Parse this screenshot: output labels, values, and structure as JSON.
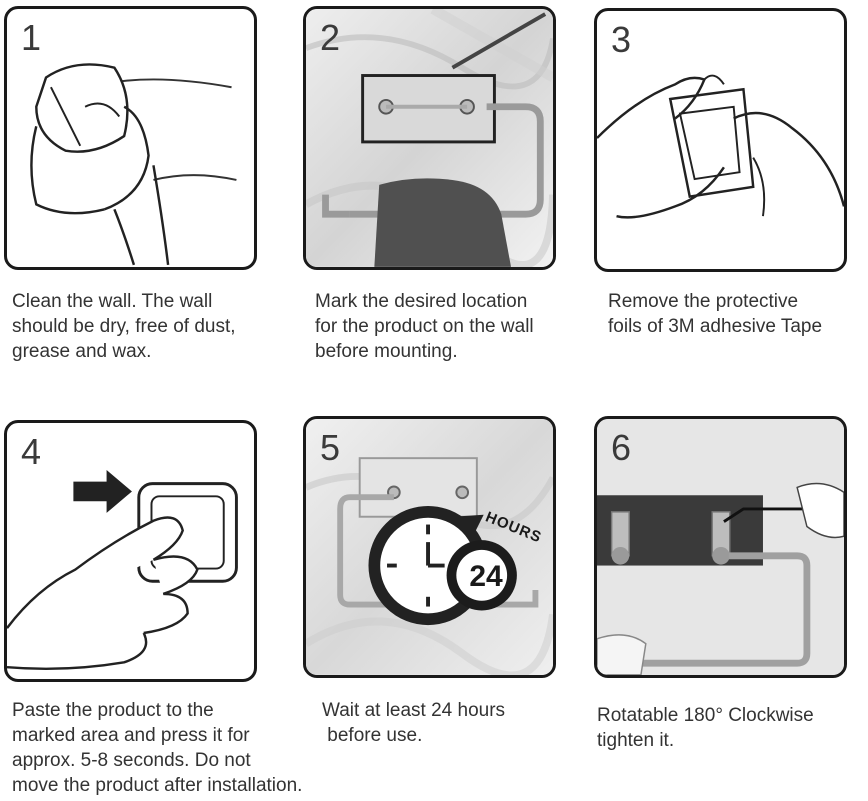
{
  "steps": [
    {
      "number": "1",
      "caption_lines": [
        "Clean the wall. The wall",
        "should be dry, free of dust,",
        "grease and wax."
      ]
    },
    {
      "number": "2",
      "caption_lines": [
        "Mark the desired location",
        "for the product on the wall",
        "before mounting."
      ]
    },
    {
      "number": "3",
      "caption_lines": [
        "Remove the protective",
        "foils of 3M adhesive Tape"
      ]
    },
    {
      "number": "4",
      "caption_lines": [
        "Paste the product to the",
        "marked area and press it for",
        "approx. 5-8 seconds. Do not",
        "move the product after installation."
      ]
    },
    {
      "number": "5",
      "caption_lines": [
        "Wait at least 24 hours",
        " before use."
      ],
      "timer_value": "24",
      "timer_unit": "HOURS"
    },
    {
      "number": "6",
      "caption_lines": [
        "Rotatable 180° Clockwise",
        "tighten it."
      ]
    }
  ]
}
